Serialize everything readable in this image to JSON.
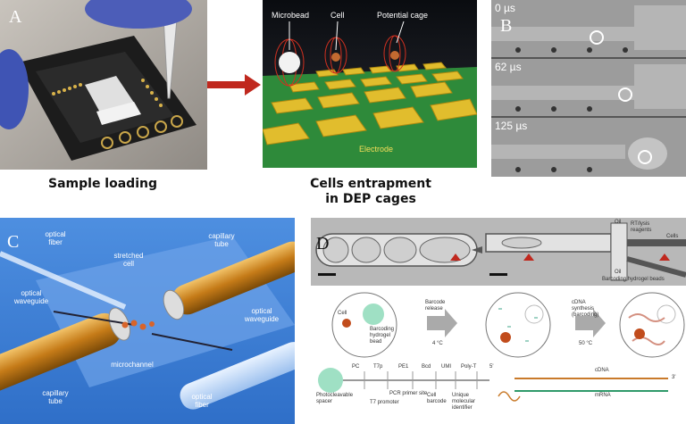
{
  "panelA": {
    "letter": "A",
    "caption": "Sample loading"
  },
  "panelCages": {
    "caption_line1": "Cells entrapment",
    "caption_line2": "in DEP cages",
    "label_microbead": "Microbead",
    "label_cell": "Cell",
    "label_cage": "Potential cage",
    "label_electrode": "Electrode"
  },
  "panelB": {
    "letter": "B",
    "t0": "0 µs",
    "t1": "62 µs",
    "t2": "125 µs"
  },
  "panelC": {
    "letter": "C",
    "optical_fiber_left": "optical fiber",
    "stretched_cell": "stretched cell",
    "capillary_tube_right": "capillary tube",
    "optical_waveguide_left": "optical waveguide",
    "optical_waveguide_right": "optical waveguide",
    "microchannel": "microchannel",
    "capillary_tube_left": "capillary tube",
    "optical_fiber_right": "optical fiber"
  },
  "panelD": {
    "letter": "D",
    "oil_top": "Oil",
    "oil_bottom": "Oil",
    "rt_reagents": "RT/lysis reagents",
    "cells": "Cells",
    "beads": "Barcoding hydrogel beads",
    "cell": "Cell",
    "bead": "Barcoding hydrogel bead",
    "barcode_release": "Barcode release",
    "temp1": "4 °C",
    "cdna_synthesis": "cDNA synthesis (barcoding)",
    "temp2": "50 °C",
    "seg_pc": "PC",
    "seg_t7p": "T7p",
    "seg_pe1": "PE1",
    "seg_bcd": "Bcd",
    "seg_umi": "UMI",
    "seg_polyt": "Poly-T",
    "photocleavable": "Photocleavable spacer",
    "t7_promoter": "T7 promoter",
    "pcr_primer": "PCR primer site",
    "cell_barcode": "Cell barcode",
    "umi_label": "Unique molecular identifier",
    "cdna": "cDNA",
    "mrna": "mRNA",
    "five_prime": "5'",
    "three_prime": "3'"
  }
}
